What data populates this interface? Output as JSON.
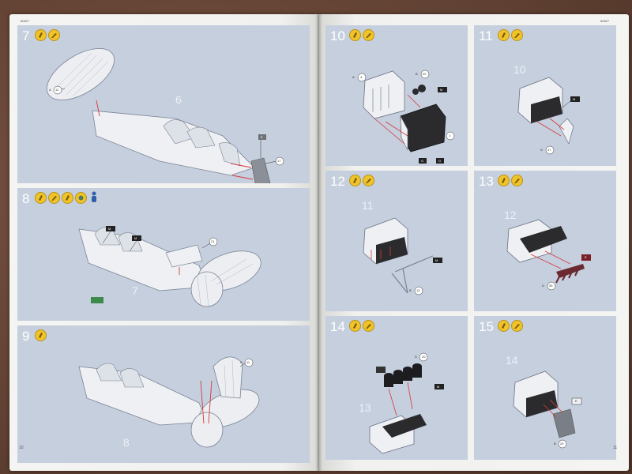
{
  "booklet": {
    "left_page": {
      "code": "80827",
      "page_number": "10",
      "steps": [
        {
          "number": "7",
          "part_label": "6",
          "callouts": [
            "A",
            "12",
            "17"
          ],
          "flag": "E"
        },
        {
          "number": "8",
          "part_label": "7",
          "callouts": [
            "M",
            "M",
            "21"
          ]
        },
        {
          "number": "9",
          "part_label": "8",
          "callouts": [
            "A",
            "11"
          ]
        }
      ]
    },
    "right_page": {
      "code": "80827",
      "page_number": "11",
      "steps": [
        {
          "number": "10",
          "callouts": [
            "A",
            "4",
            "B",
            "20",
            "M",
            "A",
            "1",
            "G",
            "G"
          ]
        },
        {
          "number": "11",
          "part_label": "10",
          "callouts": [
            "M",
            "D",
            "47"
          ]
        },
        {
          "number": "12",
          "part_label": "11",
          "callouts": [
            "M",
            "B",
            "13"
          ]
        },
        {
          "number": "13",
          "part_label": "12",
          "callouts": [
            "E",
            "D",
            "55"
          ]
        },
        {
          "number": "14",
          "part_label": "13",
          "callouts": [
            "D",
            "20",
            "M"
          ]
        },
        {
          "number": "15",
          "part_label": "14",
          "callouts": [
            "E",
            "B",
            "29"
          ]
        }
      ]
    }
  },
  "colors": {
    "panel_bg": "#c5cfde",
    "page_bg": "#f3f3f1",
    "table_bg": "#6b4a3a",
    "icon_yellow": "#f0c328",
    "arrow_red": "#d83a3a"
  },
  "icons": [
    "glue-icon",
    "paint-brush-icon",
    "decal-icon",
    "figure-icon"
  ]
}
